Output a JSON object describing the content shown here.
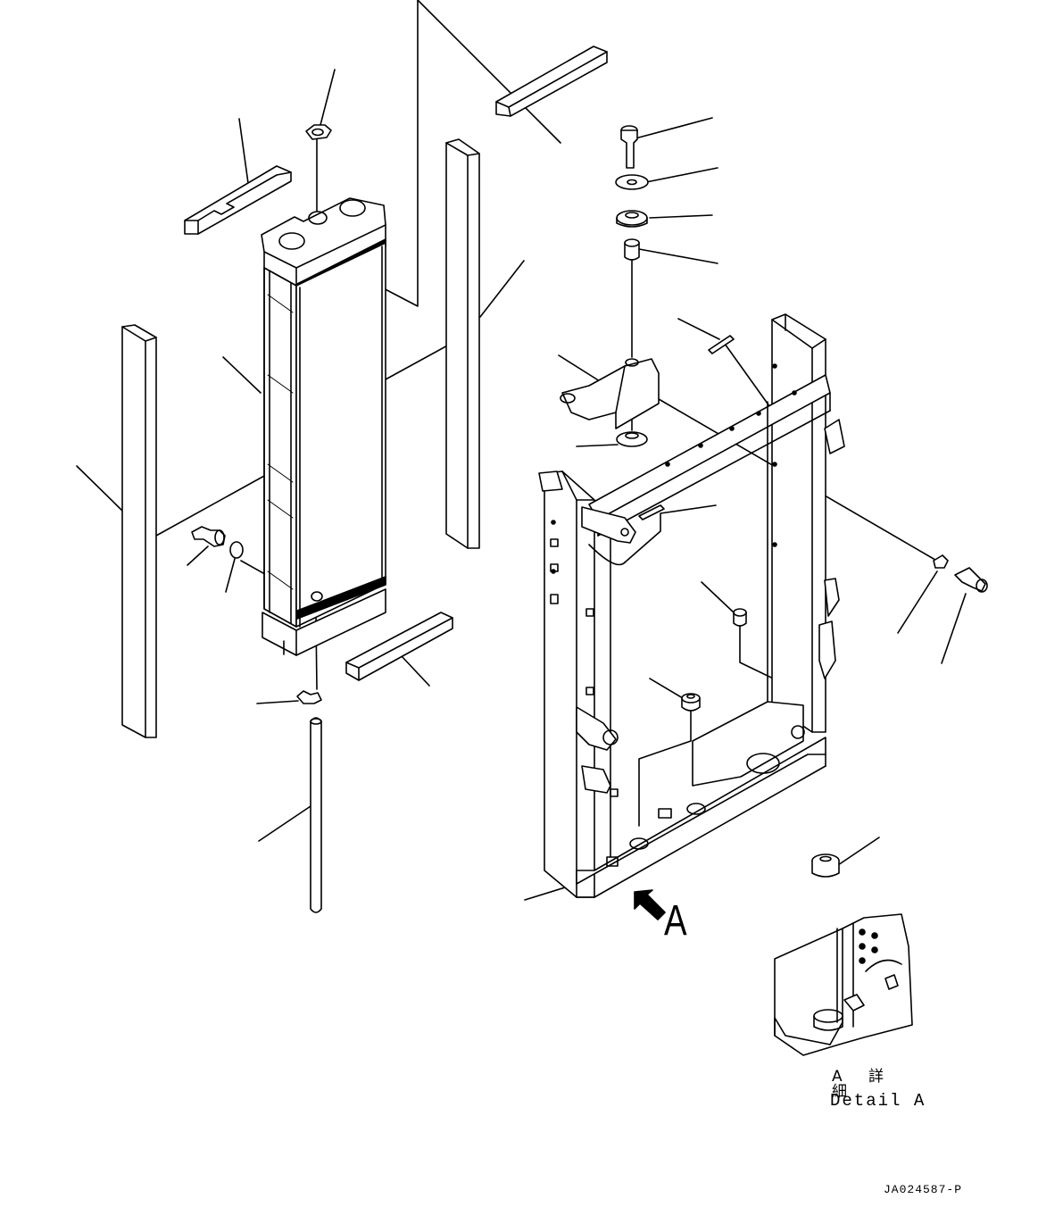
{
  "view_callout": {
    "letter": "A"
  },
  "detail_caption": {
    "japanese": "A 詳 細",
    "english": "Detail A"
  },
  "drawing_number": "JA024587-P"
}
